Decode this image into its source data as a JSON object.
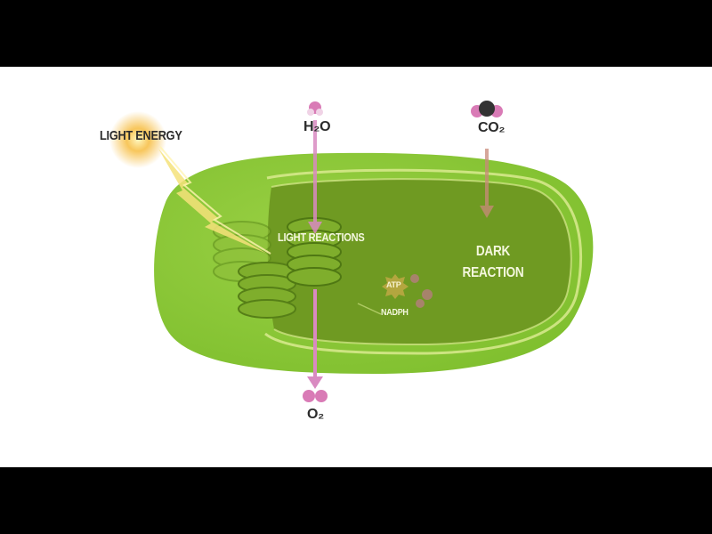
{
  "diagram": {
    "light_energy_label": "LIGHT ENERGY",
    "h2o_label": "H₂O",
    "co2_label": "CO₂",
    "o2_label": "O₂",
    "light_reactions_label": "LIGHT REACTIONS",
    "dark_reaction_label": "DARK\nREACTION",
    "atp_label": "ATP",
    "nadph_label": "NADPH"
  },
  "colors": {
    "letterbox": "#000000",
    "background": "#ffffff",
    "chloroplast_outer": "#8cc63f",
    "stroma": "#6f9a22",
    "membrane": "#d9ea8f",
    "molecule_pink": "#d97bb6",
    "arrow_pink": "#d98ac1",
    "sun_glow": "#f7c04a",
    "label_text": "#2b2b2b",
    "inner_label_text": "#f4f7de"
  }
}
